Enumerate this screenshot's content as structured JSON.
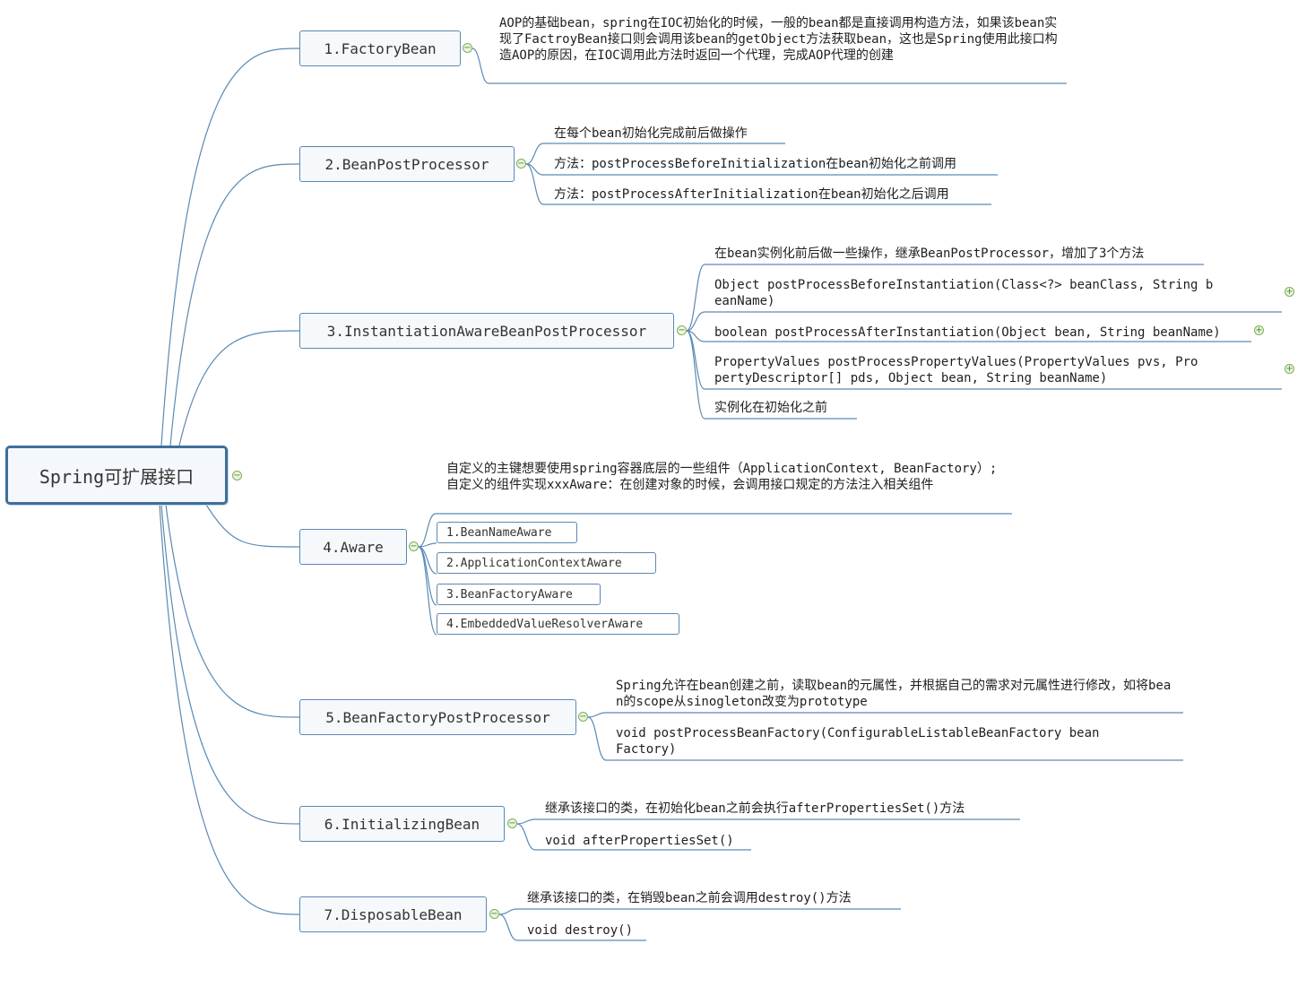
{
  "root": {
    "label": "Spring可扩展接口"
  },
  "branches": [
    {
      "label": "1.FactoryBean",
      "leaves": [
        "AOP的基础bean，spring在IOC初始化的时候，一般的bean都是直接调用构造方法，如果该bean实现了FactroyBean接口则会调用该bean的getObject方法获取bean，这也是Spring使用此接口构造AOP的原因，在IOC调用此方法时返回一个代理，完成AOP代理的创建"
      ]
    },
    {
      "label": "2.BeanPostProcessor",
      "leaves": [
        "在每个bean初始化完成前后做操作",
        "方法：postProcessBeforeInitialization在bean初始化之前调用",
        "方法：postProcessAfterInitialization在bean初始化之后调用"
      ]
    },
    {
      "label": "3.InstantiationAwareBeanPostProcessor",
      "leaves": [
        "在bean实例化前后做一些操作，继承BeanPostProcessor，增加了3个方法",
        "Object postProcessBeforeInstantiation(Class<?> beanClass, String beanName)",
        "boolean postProcessAfterInstantiation(Object bean, String beanName)",
        "PropertyValues postProcessPropertyValues(PropertyValues pvs, PropertyDescriptor[] pds, Object bean, String beanName)",
        "实例化在初始化之前"
      ]
    },
    {
      "label": "4.Aware",
      "leaves": [
        "自定义的主键想要使用spring容器底层的一些组件（ApplicationContext, BeanFactory）;自定义的组件实现xxxAware：在创建对象的时候，会调用接口规定的方法注入相关组件"
      ],
      "children": [
        "1.BeanNameAware",
        "2.ApplicationContextAware",
        "3.BeanFactoryAware",
        "4.EmbeddedValueResolverAware"
      ]
    },
    {
      "label": "5.BeanFactoryPostProcessor",
      "leaves": [
        "Spring允许在bean创建之前，读取bean的元属性，并根据自己的需求对元属性进行修改，如将bean的scope从sinogleton改变为prototype",
        "void postProcessBeanFactory(ConfigurableListableBeanFactory beanFactory)"
      ]
    },
    {
      "label": "6.InitializingBean",
      "leaves": [
        "继承该接口的类，在初始化bean之前会执行afterPropertiesSet()方法",
        "void afterPropertiesSet()"
      ]
    },
    {
      "label": "7.DisposableBean",
      "leaves": [
        "继承该接口的类，在销毁bean之前会调用destroy()方法",
        "void destroy()"
      ]
    }
  ],
  "toggles": {
    "expanded": "−",
    "collapsed": "+"
  },
  "colors": {
    "link": "#5a8ab3",
    "node_border": "#5b88b1",
    "root_border": "#3f6f9b",
    "toggle": "#7fae5a"
  }
}
